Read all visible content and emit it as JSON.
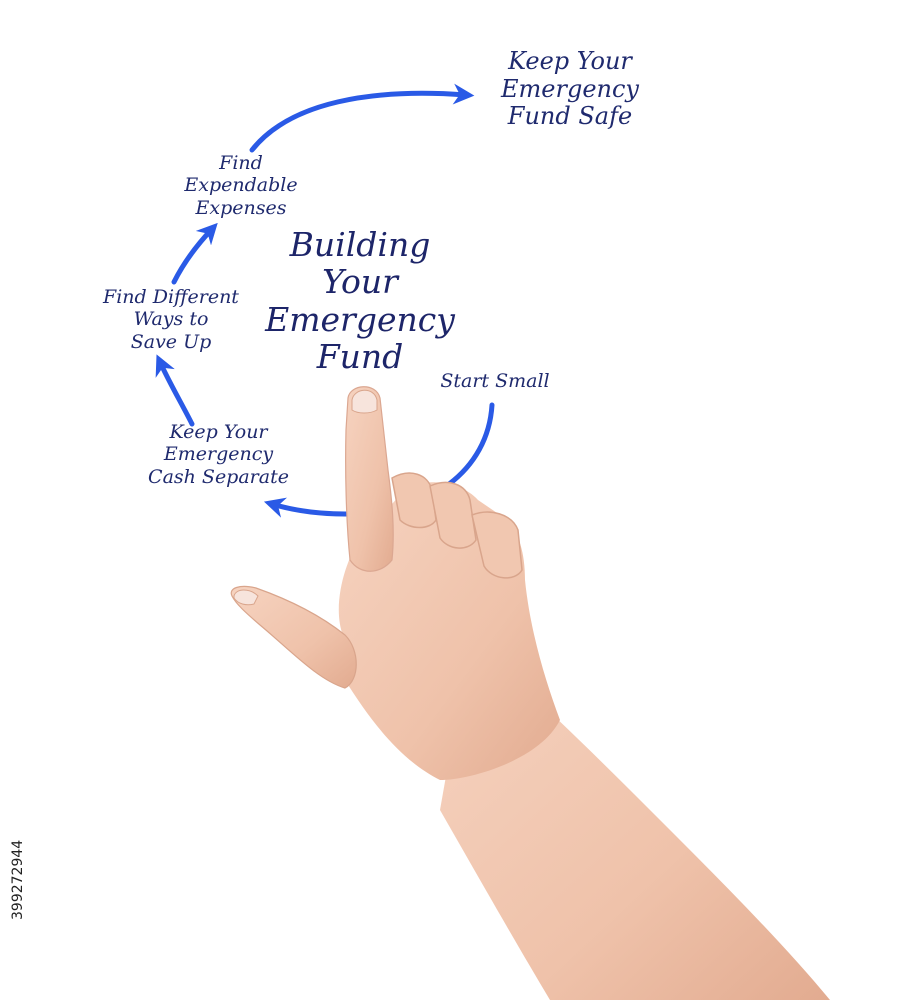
{
  "diagram": {
    "title": "Building\nYour\nEmergency\nFund",
    "steps": [
      {
        "id": "start-small",
        "text": "Start Small"
      },
      {
        "id": "keep-cash-separate",
        "text": "Keep Your\nEmergency\nCash Separate"
      },
      {
        "id": "find-ways-to-save",
        "text": "Find Different\nWays to\nSave Up"
      },
      {
        "id": "find-expendable-expenses",
        "text": "Find\nExpendable\nExpenses"
      },
      {
        "id": "keep-fund-safe",
        "text": "Keep Your\nEmergency\nFund Safe"
      }
    ],
    "arrows": [
      {
        "from": "start-small",
        "to": "keep-cash-separate"
      },
      {
        "from": "keep-cash-separate",
        "to": "find-ways-to-save"
      },
      {
        "from": "find-ways-to-save",
        "to": "find-expendable-expenses"
      },
      {
        "from": "find-expendable-expenses",
        "to": "keep-fund-safe"
      }
    ]
  },
  "watermark": {
    "stock_id": "399272944"
  },
  "colors": {
    "text": "#1f2a6e",
    "arrow": "#2a5ae6",
    "skin": "#f3c9b3",
    "skin_shadow": "#d9a58c",
    "nail": "#f7e4dc"
  },
  "photo": {
    "subject": "hand-pointing-index-finger"
  }
}
